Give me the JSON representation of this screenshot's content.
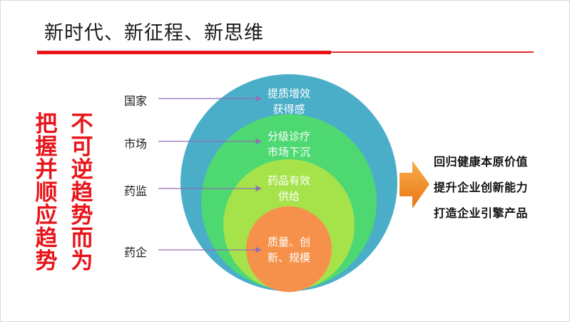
{
  "title": "新时代、新征程、新思维",
  "left_columns": [
    "把握并顺应趋势",
    "不可逆趋势而为"
  ],
  "stakeholders": [
    "国家",
    "市场",
    "药监",
    "药企"
  ],
  "rings": [
    {
      "lines": [
        "提质增效",
        "获得感"
      ],
      "color": "#4aaec8"
    },
    {
      "lines": [
        "分级诊疗",
        "市场下沉"
      ],
      "color": "#4ed872"
    },
    {
      "lines": [
        "药品有效",
        "供给"
      ],
      "color": "#a6e34a"
    },
    {
      "lines": [
        "质量、创",
        "新、规模"
      ],
      "color": "#f5914a"
    }
  ],
  "outcomes": [
    "回归健康本原价值",
    "提升企业创新能力",
    "打造企业引擎产品"
  ],
  "colors": {
    "accent": "#e8141a",
    "arrow": "#f08a1e",
    "connector": "#8f6fb5"
  }
}
